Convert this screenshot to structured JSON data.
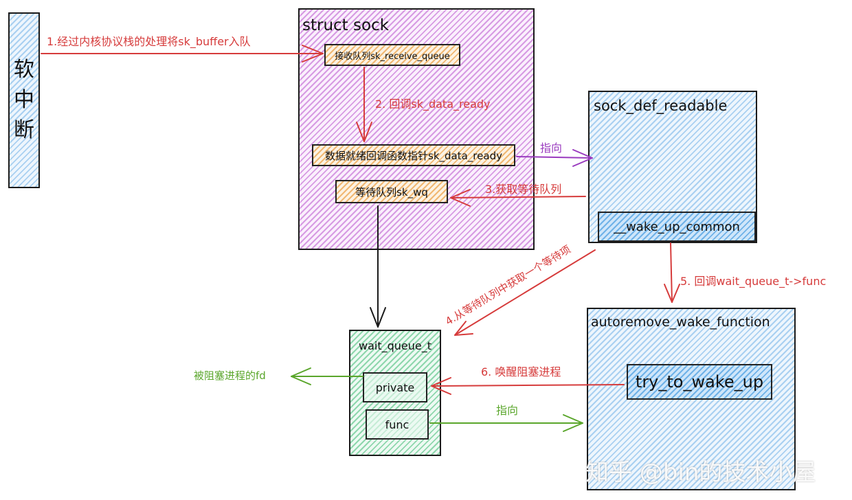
{
  "softirq": {
    "chars": [
      "软",
      "中",
      "断"
    ]
  },
  "sock": {
    "title": "struct sock",
    "receive_queue": "接收队列sk_receive_queue",
    "data_ready": "数据就绪回调函数指针sk_data_ready",
    "wq": "等待队列sk_wq"
  },
  "readable": {
    "title": "sock_def_readable",
    "wake_common": "__wake_up_common"
  },
  "wait_queue": {
    "title": "wait_queue_t",
    "private": "private",
    "func": "func"
  },
  "autoremove": {
    "title": "autoremove_wake_function",
    "try_wake": "try_to_wake_up"
  },
  "labels": {
    "step1": "1.经过内核协议栈的处理将sk_buffer入队",
    "step2": "2. 回调sk_data_ready",
    "points_to_1": "指向",
    "step3": "3.获取等待队列",
    "step4": "4.从等待队列中获取一个等待项",
    "step5": "5. 回调wait_queue_t->func",
    "step6": "6. 唤醒阻塞进程",
    "blocked_fd": "被阻塞进程的fd",
    "points_to_2": "指向"
  },
  "watermark": "知乎 @bin的技术小屋",
  "colors": {
    "red": "#d63b3b",
    "purple": "#9a3bbf",
    "green": "#5aa62b",
    "black": "#1a1a1a"
  }
}
